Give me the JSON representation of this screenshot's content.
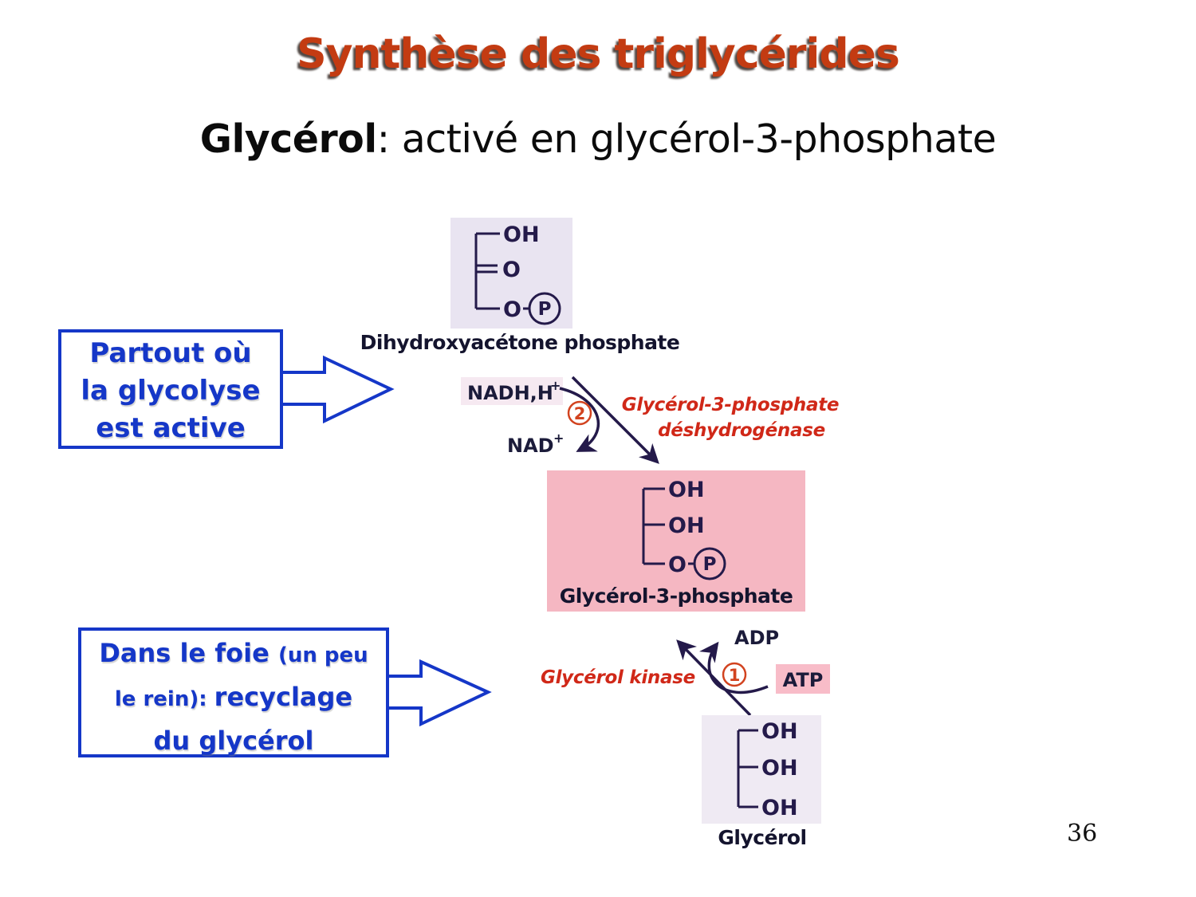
{
  "title": "Synthèse des triglycérides",
  "subtitle": {
    "bold": "Glycérol",
    "rest": ": activé en glycérol-3-phosphate"
  },
  "page_number": "36",
  "callout_glycolysis": {
    "line1": "Partout où",
    "line2": "la glycolyse",
    "line3": "est active"
  },
  "callout_liver": {
    "seg1_large": "Dans le foie ",
    "seg2_small": "(un peu",
    "seg3_small": "le rein): ",
    "seg4_large": "recyclage",
    "seg5_large": "du glycérol"
  },
  "diagram": {
    "dhap": {
      "label": "Dihydroxyacétone phosphate",
      "g_top": "OH",
      "g_mid": "O",
      "g_bot": "O",
      "p": "P"
    },
    "g3p": {
      "label": "Glycérol-3-phosphate",
      "g_top": "OH",
      "g_mid": "OH",
      "g_bot": "O",
      "p": "P"
    },
    "glycerol": {
      "label": "Glycérol",
      "g_top": "OH",
      "g_mid": "OH",
      "g_bot": "OH"
    },
    "step2": {
      "number": "2",
      "enzyme_line1": "Glycérol-3-phosphate",
      "enzyme_line2": "déshydrogénase",
      "cofactor_in": "NADH,H",
      "cofactor_in_sup": "+",
      "cofactor_out": "NAD",
      "cofactor_out_sup": "+"
    },
    "step1": {
      "number": "1",
      "enzyme": "Glycérol kinase",
      "cofactor_in": "ATP",
      "cofactor_out": "ADP"
    }
  },
  "colors": {
    "title_red": "#c33b12",
    "enzyme_red": "#d02818",
    "step_number_red": "#d2431f",
    "callout_blue": "#1537c8",
    "structure_navy": "#241a4a",
    "g3p_box_pink": "#f5b7c2",
    "atp_highlight_pink": "#f8bcc8",
    "nadh_highlight": "#f6e9f1",
    "dhap_box_lavender": "#e9e4f1",
    "glycerol_box_lavender": "#efeaf3"
  }
}
